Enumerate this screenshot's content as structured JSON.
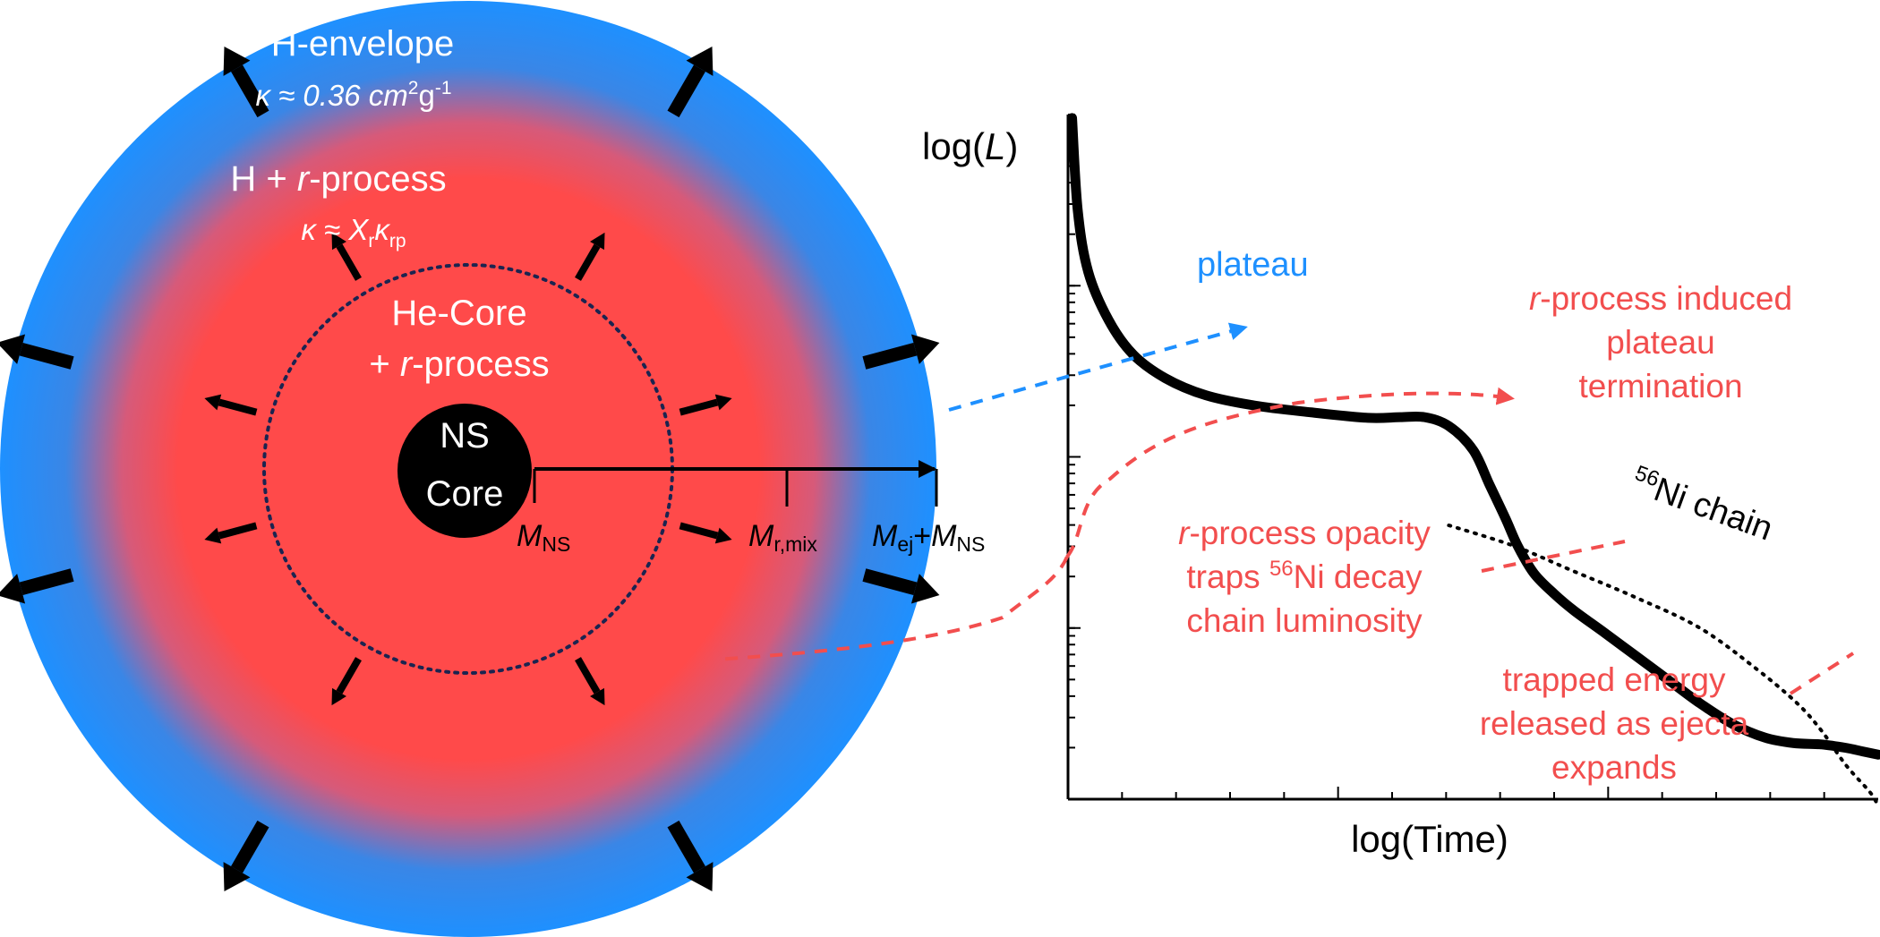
{
  "colors": {
    "envelope_blue": "#1e90ff",
    "rprocess_red": "#ff4a4a",
    "annotation_red": "#f24e4e",
    "annotation_blue": "#1e90ff",
    "ink": "#000000"
  },
  "ejecta": {
    "envelope": {
      "title": "H-envelope",
      "opacity": "κ ≈ 0.36 cm",
      "opacity_unit_exp1": "2",
      "opacity_unit_mid": "g",
      "opacity_unit_exp2": "-1"
    },
    "mixed": {
      "title_pre": "H + ",
      "title_italic": "r",
      "title_post": "-process",
      "kappa": "κ",
      "approx": " ≈ ",
      "x": "X",
      "x_sub": "r",
      "kappa2": "κ",
      "kappa2_sub": "rp"
    },
    "core": {
      "line1": "He-Core",
      "line2_pre": "+ ",
      "line2_italic": "r",
      "line2_post": "-process"
    },
    "ns": {
      "line1": "NS",
      "line2": "Core"
    },
    "mass_labels": {
      "m_ns": {
        "m": "M",
        "sub": "NS"
      },
      "m_mix": {
        "m": "M",
        "sub": "r,mix"
      },
      "m_ej": {
        "m": "M",
        "sub": "ej",
        "plus": "+",
        "m2": "M",
        "sub2": "NS"
      }
    }
  },
  "chart_data": {
    "type": "line",
    "xlabel": "log(Time)",
    "ylabel_pre": "log(",
    "ylabel_italic": "L",
    "ylabel_post": ")",
    "xlim": [
      0,
      1
    ],
    "ylim": [
      0,
      1
    ],
    "series": [
      {
        "style": "solid",
        "x": [
          0.005,
          0.012,
          0.025,
          0.05,
          0.08,
          0.12,
          0.17,
          0.23,
          0.3,
          0.37,
          0.41,
          0.44,
          0.47,
          0.5,
          0.52,
          0.54,
          0.555,
          0.575,
          0.6,
          0.625,
          0.66,
          0.7,
          0.74,
          0.78,
          0.82,
          0.86,
          0.895,
          0.93,
          0.96,
          0.98,
          1.0
        ],
        "y": [
          0.995,
          0.86,
          0.77,
          0.7,
          0.65,
          0.615,
          0.59,
          0.575,
          0.565,
          0.557,
          0.558,
          0.558,
          0.545,
          0.51,
          0.46,
          0.41,
          0.37,
          0.33,
          0.3,
          0.275,
          0.245,
          0.21,
          0.175,
          0.14,
          0.11,
          0.09,
          0.082,
          0.08,
          0.075,
          0.07,
          0.065
        ]
      },
      {
        "name": "Ni chain",
        "style": "dotted",
        "x": [
          0.47,
          0.55,
          0.62,
          0.7,
          0.78,
          0.85,
          0.9,
          0.93,
          0.96,
          0.99,
          1.0
        ],
        "y": [
          0.4,
          0.37,
          0.335,
          0.295,
          0.25,
          0.19,
          0.14,
          0.1,
          0.05,
          0.01,
          -0.01
        ]
      }
    ],
    "xticks_minor": 14,
    "yticks_major": 4,
    "yticks_minor": 9
  },
  "annotations": {
    "plateau": "plateau",
    "termination": {
      "italic": "r",
      "line1_post": "-process induced",
      "line2": "plateau",
      "line3": "termination"
    },
    "ni_chain": {
      "sup": "56",
      "text": "Ni chain"
    },
    "traps": {
      "italic": "r",
      "line1_post": "-process opacity",
      "line2_pre": "traps ",
      "line2_sup": "56",
      "line2_post": "Ni decay",
      "line3": "chain luminosity"
    },
    "trapped": {
      "line1": "trapped energy",
      "line2": "released as ejecta",
      "line3": "expands"
    }
  }
}
